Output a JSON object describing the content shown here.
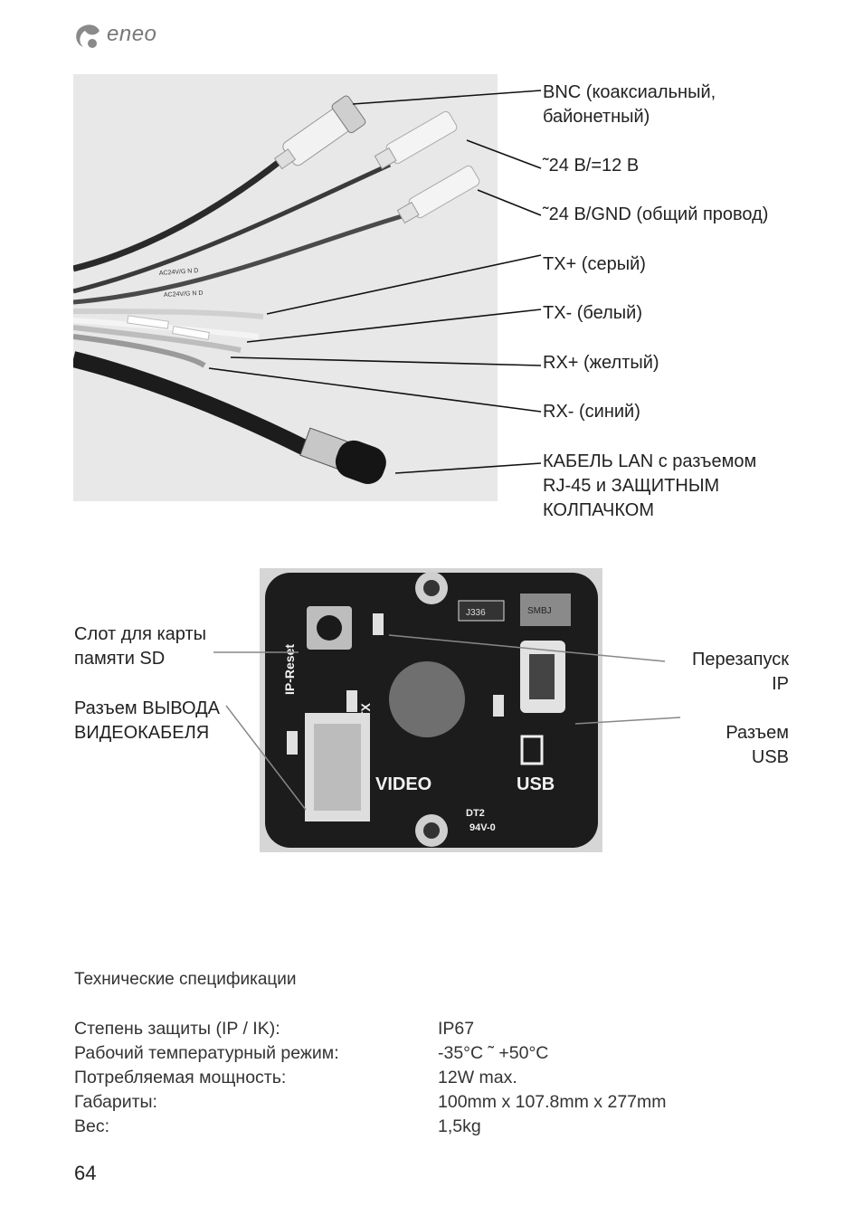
{
  "brand": {
    "logo_text": "eneo"
  },
  "cable_labels": [
    {
      "lines": [
        "BNC (коаксиальный,",
        "байонетный)"
      ]
    },
    {
      "lines": [
        "˜24 В/=12 В"
      ]
    },
    {
      "lines": [
        "˜24 В/GND (общий провод)"
      ]
    },
    {
      "lines": [
        "TX+ (серый)"
      ]
    },
    {
      "lines": [
        "TX- (белый)"
      ]
    },
    {
      "lines": [
        "RX+ (желтый)"
      ]
    },
    {
      "lines": [
        "RX- (синий)"
      ]
    },
    {
      "lines": [
        "КАБЕЛЬ LAN с разъемом",
        "RJ-45 и ЗАЩИТНЫМ",
        "КОЛПАЧКОМ"
      ]
    }
  ],
  "cable_print": {
    "wire1": "AC24V/G N D",
    "wire2": "AC24V/G N D"
  },
  "board_labels": {
    "sd_slot": [
      "Слот для карты",
      "памяти SD"
    ],
    "video_out": [
      "Разъем ВЫВОДА",
      "ВИДЕОКАБЕЛЯ"
    ],
    "ip_restart": [
      "Перезапуск",
      "IP"
    ],
    "usb": [
      "Разъем",
      "USB"
    ]
  },
  "board_silkscreen": {
    "ip_reset": "IP-Reset",
    "ip_rtx": "IP-RTX",
    "video": "VIDEO",
    "usb": "USB",
    "j336": "J336",
    "smbj": "SMBJ",
    "ul": "DT2",
    "rating": "94V-0"
  },
  "specs": {
    "title": "Технические спецификации",
    "rows": [
      {
        "key": "Степень защиты (IP / IK):",
        "value": "IP67"
      },
      {
        "key": "Рабочий температурный режим:",
        "value": "-35°C ˜ +50°C"
      },
      {
        "key": "Потребляемая мощность:",
        "value": "12W max."
      },
      {
        "key": "Габариты:",
        "value": "100mm x 107.8mm x 277mm"
      },
      {
        "key": "Вес:",
        "value": "1,5kg"
      }
    ]
  },
  "page": {
    "number": "64"
  },
  "colors": {
    "text": "#222222",
    "photo_bg": "#e7e7e7",
    "board": "#1c1c1c",
    "silkscreen": "#f2f2f2"
  }
}
